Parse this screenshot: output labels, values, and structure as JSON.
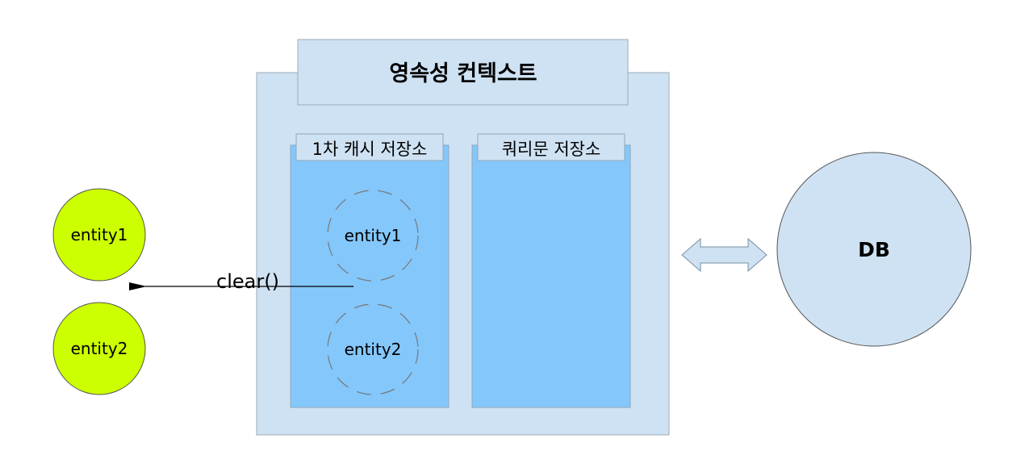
{
  "persistence_context": {
    "title": "영속성 컨텍스트",
    "first_level_cache": {
      "label": "1차 캐시 저장소",
      "entities": [
        "entity1",
        "entity2"
      ]
    },
    "query_store": {
      "label": "쿼리문 저장소"
    }
  },
  "detached_entities": [
    "entity1",
    "entity2"
  ],
  "clear_call": "clear()",
  "database": {
    "label": "DB"
  },
  "colors": {
    "context_fill": "#cfe2f3",
    "store_fill": "#84c7fb",
    "entity_fill": "#ccff00",
    "border": "#9eabb8",
    "outline": "#555555"
  }
}
